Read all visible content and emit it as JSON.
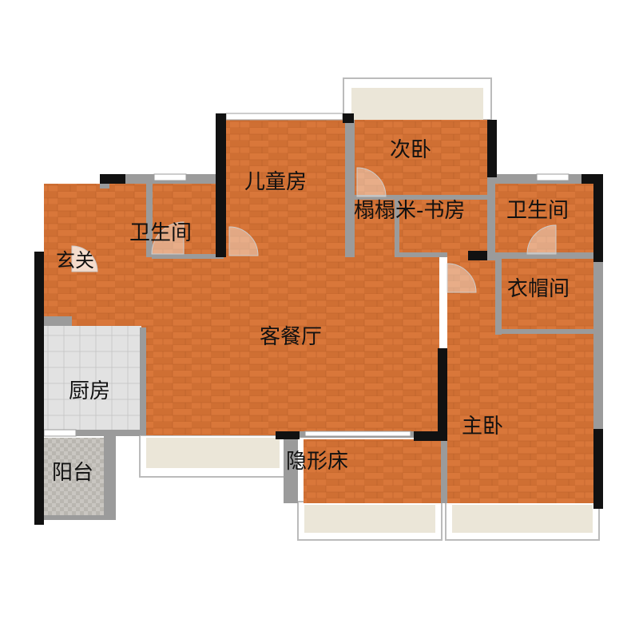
{
  "rooms": {
    "living_dining": "客餐厅",
    "kids_room": "儿童房",
    "second_bedroom": "次卧",
    "tatami_study": "榻榻米-书房",
    "bathroom_left": "卫生间",
    "bathroom_right": "卫生间",
    "entrance": "玄关",
    "cloakroom": "衣帽间",
    "kitchen": "厨房",
    "master_bedroom": "主卧",
    "hidden_bed": "隐形床",
    "balcony": "阳台"
  },
  "colors": {
    "wood_floor": "#d9773a",
    "wood_stripe": "#c8692f",
    "wall_dark": "#111111",
    "wall_gray": "#9a9a9a",
    "tile": "#dcdcdc",
    "balcony_glass": "#e9e4d6",
    "balcony_tile": "#bdbdbd"
  }
}
